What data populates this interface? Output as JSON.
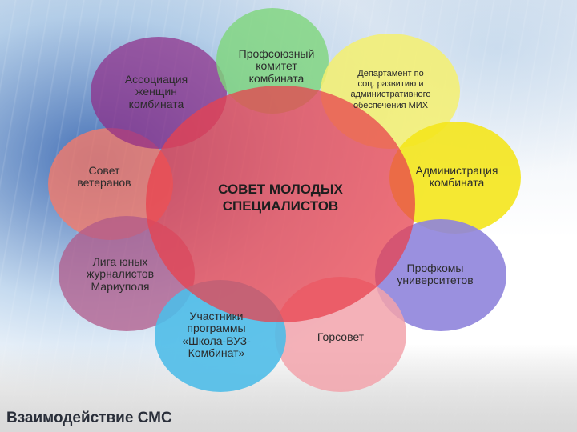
{
  "center": {
    "line1": "СОВЕТ МОЛОДЫХ",
    "line2": "СПЕЦИАЛИСТОВ"
  },
  "nodes": {
    "association": {
      "l1": "Ассоциация",
      "l2": "женщин",
      "l3": "комбината",
      "color": "#8e2a86"
    },
    "union": {
      "l1": "Профсоюзный",
      "l2": "комитет",
      "l3": "комбината",
      "color": "#7ed67a"
    },
    "department": {
      "l1": "Департамент по",
      "l2": "соц. развитию и",
      "l3": "административного",
      "l4": "обеспечения МИХ",
      "color": "#f4f06e"
    },
    "administration": {
      "l1": "Администрация",
      "l2": "комбината",
      "color": "#f4e51c"
    },
    "profcom": {
      "l1": "Профкомы",
      "l2": "университетов",
      "color": "#8f84dc"
    },
    "gorsovet": {
      "l1": "Горсовет",
      "color": "#f2a3ac"
    },
    "program": {
      "l1": "Участники",
      "l2": "программы",
      "l3": "«Школа-ВУЗ-",
      "l4": "Комбинат»",
      "color": "#4fbde8"
    },
    "league": {
      "l1": "Лига юных",
      "l2": "журналистов",
      "l3": "Мариуполя",
      "color": "#b05a8a"
    },
    "veterans": {
      "l1": "Совет",
      "l2": "ветеранов",
      "color": "#f47a6a"
    }
  },
  "center_color": "#e8414e",
  "footer": "Взаимодействие СМС"
}
